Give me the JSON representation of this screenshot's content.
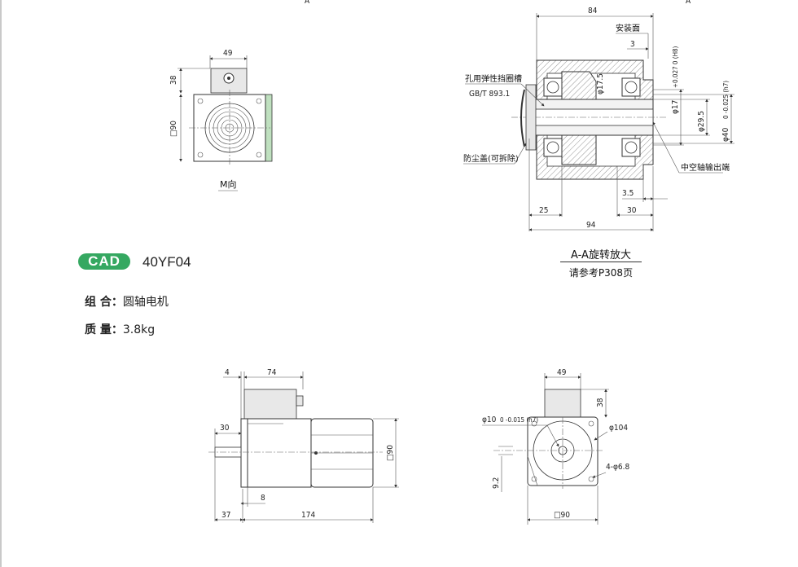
{
  "badge": {
    "label": "CAD",
    "color": "#35a861"
  },
  "model": "40YF04",
  "specs": {
    "combo_label": "组 合：",
    "combo_value": "圆轴电机",
    "mass_label": "质 量：",
    "mass_value": "3.8kg"
  },
  "section": {
    "title": "A-A旋转放大",
    "ref": "请参考P308页",
    "marker": "A"
  },
  "view_m": {
    "label": "M向",
    "dims": {
      "width": "49",
      "height": "38",
      "square": "□90"
    }
  },
  "section_dims": {
    "top": "84",
    "mount_face": "安装面",
    "gap": "3",
    "bore": "φ17",
    "bore_tol": "+0.027 0 (H8)",
    "shaft_small": "φ17.5",
    "hub": "φ29.5",
    "outer": "φ40",
    "outer_tol": "0 -0.025 (h7)",
    "snap_ring": "孔用弹性挡圈槽",
    "std": "GB/T 893.1",
    "dust_cover": "防尘盖(可拆除)",
    "hollow_out": "中空轴输出端",
    "d25": "25",
    "d35": "3.5",
    "d30": "30",
    "d94": "94"
  },
  "side_dims": {
    "d4": "4",
    "d74": "74",
    "d30": "30",
    "d8": "8",
    "d37": "37",
    "d174": "174",
    "sq90": "□90"
  },
  "front_dims": {
    "d49": "49",
    "d38": "38",
    "shaft": "φ10",
    "shaft_tol": "0 -0.015 (h7)",
    "pcd": "φ104",
    "holes": "4-φ6.8",
    "d92": "9.2",
    "sq90": "□90"
  }
}
